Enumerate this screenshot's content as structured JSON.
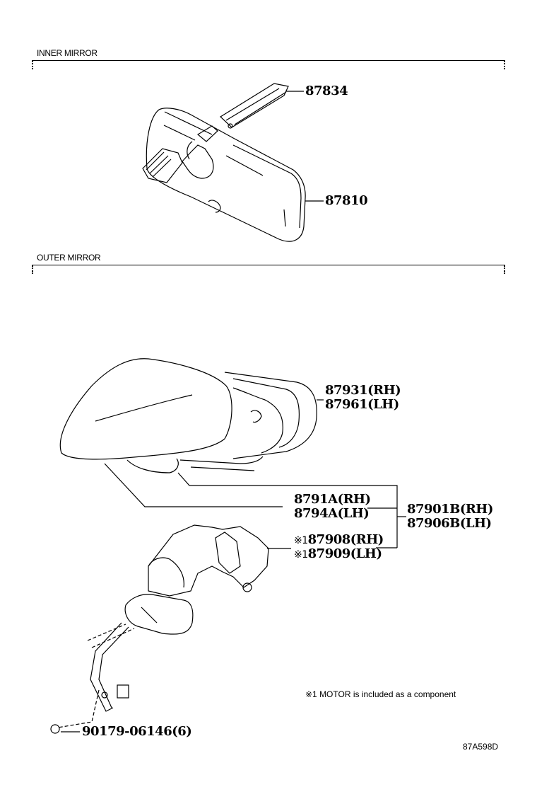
{
  "sections": {
    "inner": {
      "title": "INNER MIRROR"
    },
    "outer": {
      "title": "OUTER MIRROR"
    }
  },
  "parts": {
    "p87834": "87834",
    "p87810": "87810",
    "p87931": "87931(RH)",
    "p87961": "87961(LH)",
    "p8791A": "8791A(RH)",
    "p8794A": "8794A(LH)",
    "p87901B": "87901B(RH)",
    "p87906B": "87906B(LH)",
    "p87908_mark": "※1",
    "p87908": "87908(RH)",
    "p87909_mark": "※1",
    "p87909": "87909(LH)",
    "p90179": "90179-06146(6)"
  },
  "note": "※1 MOTOR is included as a component",
  "diagram_code": "87A598D"
}
